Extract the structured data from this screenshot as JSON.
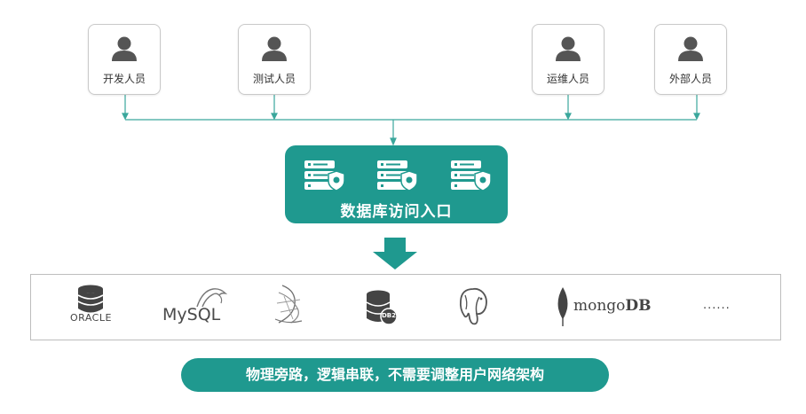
{
  "roles": [
    {
      "label": "开发人员"
    },
    {
      "label": "测试人员"
    },
    {
      "label": "运维人员"
    },
    {
      "label": "外部人员"
    }
  ],
  "gateway": {
    "label": "数据库访问入口"
  },
  "databases": {
    "oracle": "ORACLE",
    "mysql": "MySQL",
    "db2": "DB2",
    "mongodb_prefix": "mongo",
    "mongodb_suffix": "DB",
    "more": "......"
  },
  "slogan": "物理旁路，逻辑串联，不需要调整用户网络架构",
  "colors": {
    "teal": "#1f998f",
    "icon_dark": "#555555",
    "line": "#3aa79c"
  }
}
